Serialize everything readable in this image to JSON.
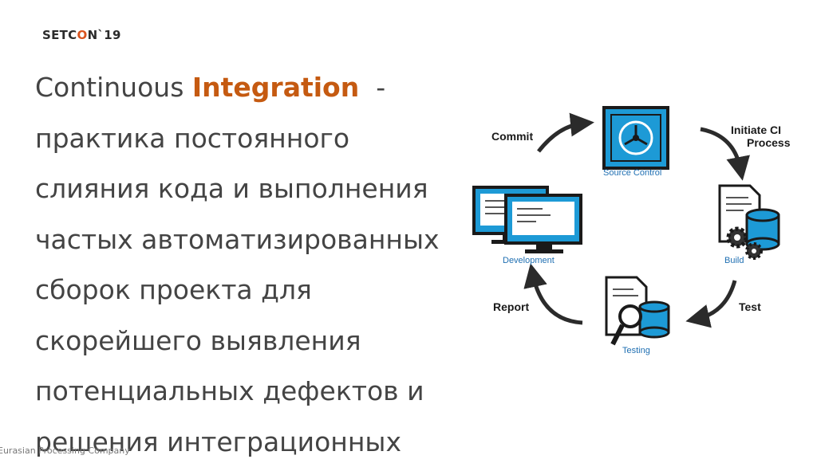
{
  "logo": {
    "prefix": "SETC",
    "o": "O",
    "suffix": "N",
    "year": "`19"
  },
  "heading": {
    "part1": "Continuous ",
    "highlight": "Integration",
    "part2": "  -",
    "lines": [
      "практика постоянного",
      "слияния кода и выполнения",
      "частых автоматизированных",
      "сборок проекта для",
      "скорейшего выявления",
      "потенциальных дефектов и",
      "решения интеграционных"
    ]
  },
  "footer": {
    "company": "Eurasian Processing Company"
  },
  "diagram": {
    "commit": "Commit",
    "initiate_line1": "Initiate CI",
    "initiate_line2": "Process",
    "test": "Test",
    "report": "Report",
    "source_control": "Source Control",
    "build": "Build",
    "testing": "Testing",
    "development": "Development"
  },
  "colors": {
    "accent": "#c55a11",
    "logo_o": "#d9531e",
    "diagram_blue": "#1d9ad6",
    "diagram_label": "#1f6fb2",
    "text": "#444444"
  }
}
